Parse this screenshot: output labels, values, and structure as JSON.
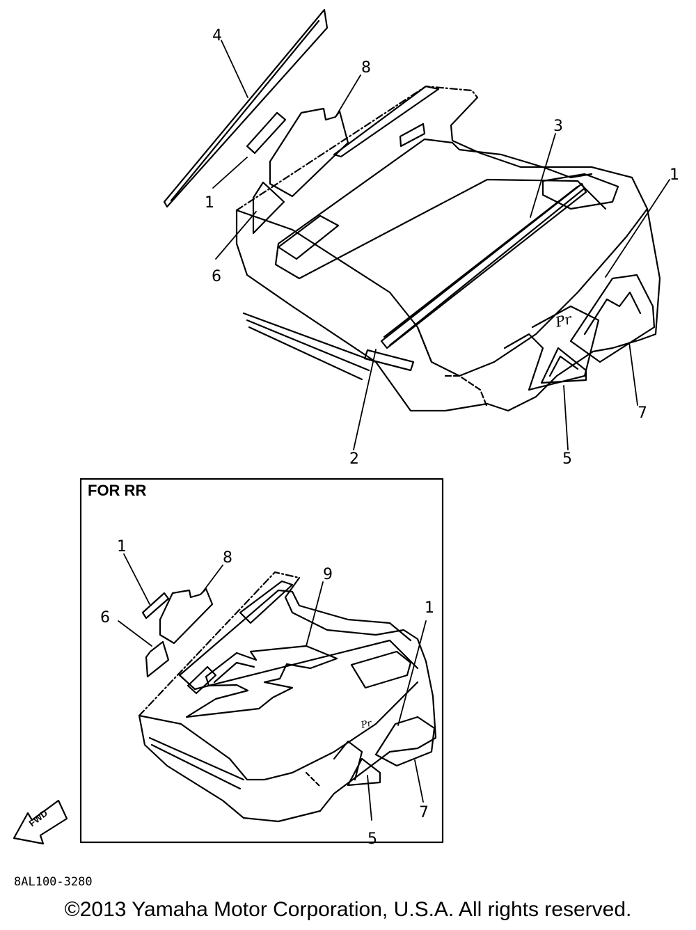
{
  "diagram": {
    "main_callouts": {
      "c4": "4",
      "c8": "8",
      "c3": "3",
      "c1_right": "1",
      "c1_left": "1",
      "c6": "6",
      "c7": "7",
      "c2": "2",
      "c5": "5"
    },
    "inset": {
      "title": "FOR RR",
      "callouts": {
        "c1_top": "1",
        "c8": "8",
        "c9": "9",
        "c6": "6",
        "c1_right": "1",
        "c7": "7",
        "c5": "5"
      }
    },
    "fwd_arrow_label": "FWD",
    "part_code": "8AL100-3280"
  },
  "footer": {
    "copyright": "©2013 Yamaha Motor Corporation, U.S.A. All rights reserved."
  }
}
